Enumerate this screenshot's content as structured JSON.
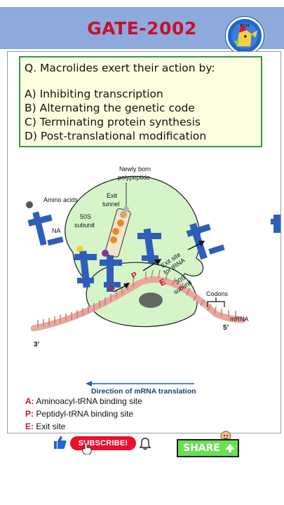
{
  "header": {
    "title": "GATE-2002",
    "logo_text": "FCH"
  },
  "question": {
    "text": "Q. Macrolides exert their action by:",
    "options": [
      "A) Inhibiting transcription",
      "B) Alternating the genetic code",
      "C) Terminating protein synthesis",
      "D) Post-translational modification"
    ]
  },
  "diagram": {
    "labels": {
      "newly_born_1": "Newly born",
      "newly_born_2": "polypeptide",
      "exit_tunnel_1": "Exit",
      "exit_tunnel_2": "tunnel",
      "amino_acids": "Amino acids",
      "trna_partial": "NA",
      "subunit_50s_1": "50S",
      "subunit_50s_2": "subunit",
      "site_a": "A",
      "site_p": "P",
      "site_e": "E",
      "exit_site_1": "Exit site",
      "exit_site_2": "for tRNA",
      "subunit_30s_1": "30S",
      "subunit_30s_2": "subunit",
      "codons": "Codons",
      "mrna": "mRNA",
      "five_prime": "5’",
      "three_prime": "3’"
    },
    "direction_label": "Direction of mRNA translation"
  },
  "legend": [
    {
      "key": "A:",
      "text": "Aminoacyl-tRNA binding site"
    },
    {
      "key": "P:",
      "text": "Peptidyl-tRNA binding site"
    },
    {
      "key": "E:",
      "text": "Exit site"
    }
  ],
  "actions": {
    "subscribe_label": "SUBSCRIBE!",
    "share_label": "SHARE"
  },
  "colors": {
    "header_bg": "#8ea9dc",
    "title_red": "#c8102e",
    "question_border": "#2e9a43",
    "ribosome_large": "#d5f5c8",
    "trna_blue": "#2e5eb8",
    "mrna_pink": "#e8a8a0",
    "subscribe_red": "#e8102e",
    "share_green": "#69e04f"
  }
}
